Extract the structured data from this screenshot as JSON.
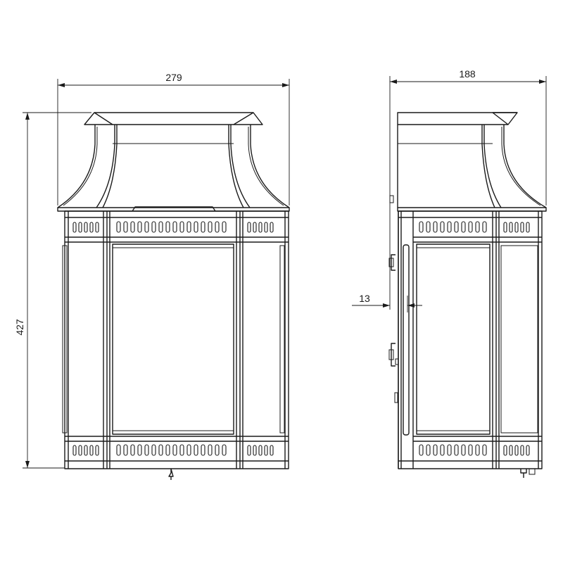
{
  "dimensions": {
    "front_width": "279",
    "side_depth": "188",
    "height": "427",
    "wall_offset": "13"
  }
}
